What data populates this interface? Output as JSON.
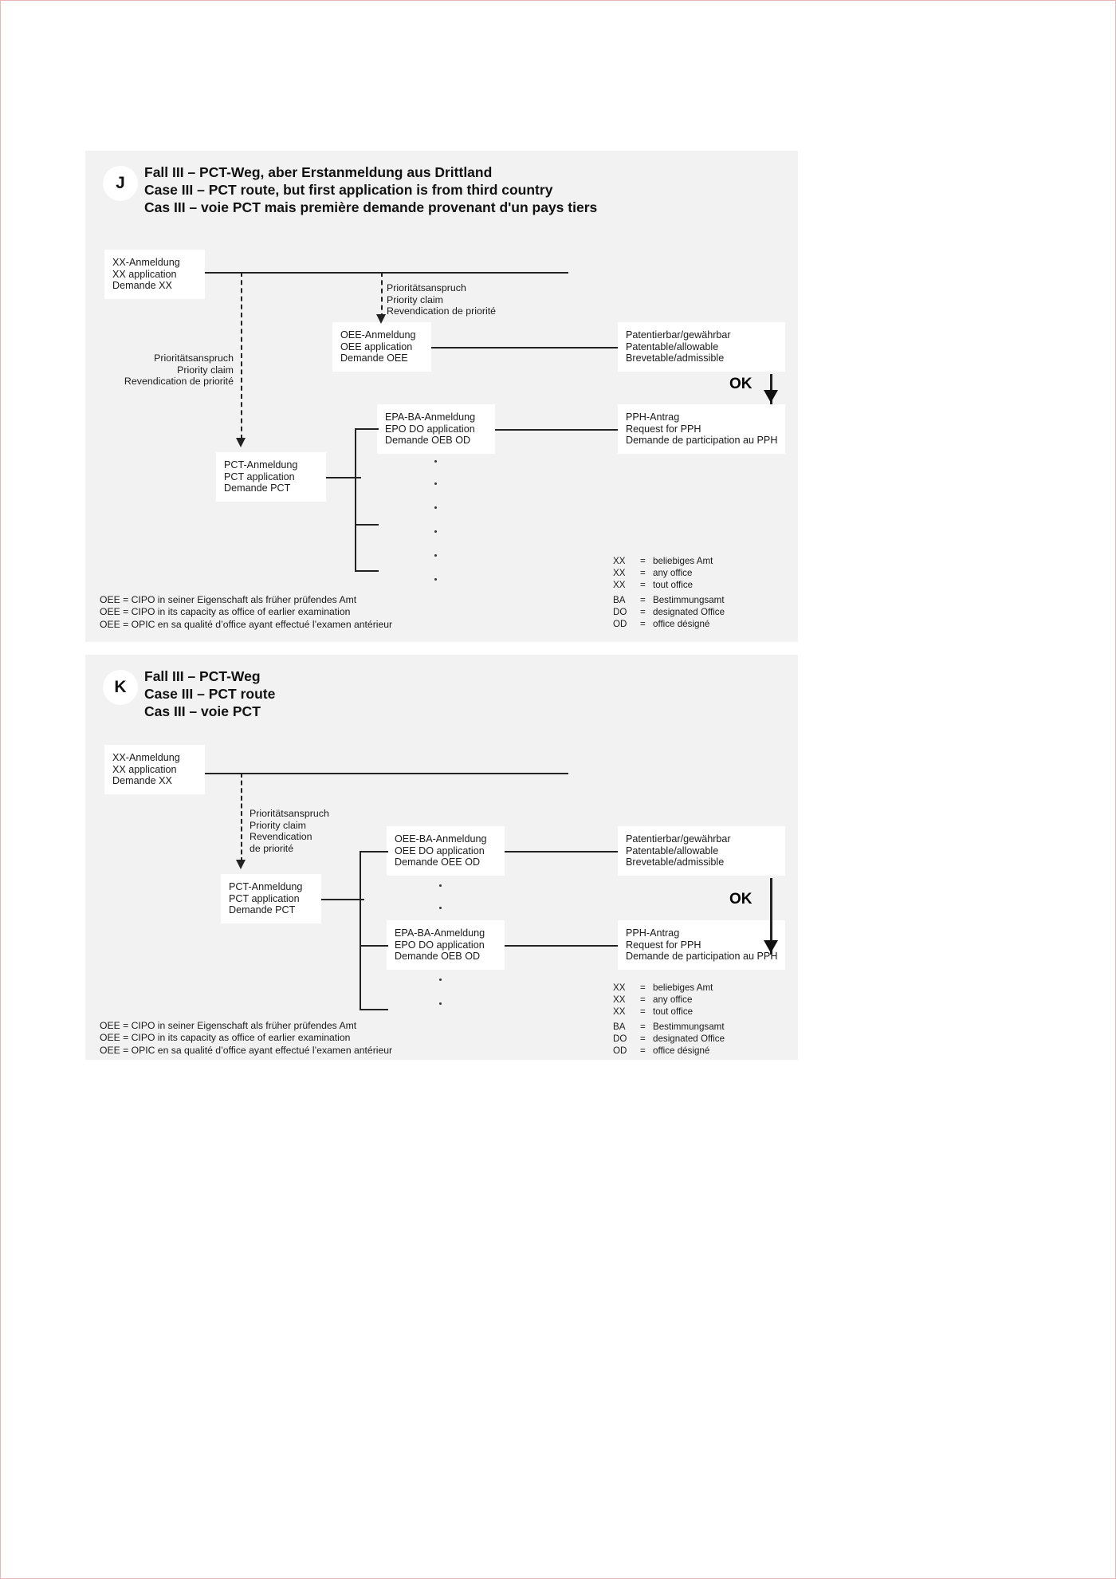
{
  "panels": [
    {
      "id": "J",
      "badge": "J",
      "title_de": "Fall III – PCT-Weg, aber Erstanmeldung aus Drittland",
      "title_en": "Case III – PCT route, but first application is from third country",
      "title_fr": "Cas III – voie PCT mais première demande provenant d'un pays tiers",
      "boxes": {
        "xx": {
          "de": "XX-Anmeldung",
          "en": "XX application",
          "fr": "Demande XX"
        },
        "oee": {
          "de": "OEE-Anmeldung",
          "en": "OEE application",
          "fr": "Demande OEE"
        },
        "patentable": {
          "de": "Patentierbar/gewährbar",
          "en": "Patentable/allowable",
          "fr": "Brevetable/admissible"
        },
        "epa": {
          "de": "EPA-BA-Anmeldung",
          "en": "EPO DO application",
          "fr": "Demande OEB OD"
        },
        "pph": {
          "de": "PPH-Antrag",
          "en": "Request for PPH",
          "fr": "Demande de participation au PPH"
        },
        "pct": {
          "de": "PCT-Anmeldung",
          "en": "PCT application",
          "fr": "Demande PCT"
        }
      },
      "priority_top": {
        "de": "Prioritätsanspruch",
        "en": "Priority claim",
        "fr": "Revendication de priorité"
      },
      "priority_left": {
        "de": "Prioritätsanspruch",
        "en": "Priority claim",
        "fr": "Revendication de priorité"
      },
      "ok_label": "OK",
      "legend": {
        "de": "OEE = CIPO in seiner Eigenschaft als früher prüfendes Amt",
        "en": "OEE = CIPO in its capacity as office of earlier examination",
        "fr": "OEE = OPIC en sa qualité d’office ayant effectué l’examen antérieur"
      },
      "abbreviations": [
        {
          "key": "XX",
          "eq": "=",
          "val": "beliebiges Amt"
        },
        {
          "key": "XX",
          "eq": "=",
          "val": "any office"
        },
        {
          "key": "XX",
          "eq": "=",
          "val": "tout office"
        }
      ],
      "abbreviations2": [
        {
          "key": "BA",
          "eq": "=",
          "val": "Bestimmungsamt"
        },
        {
          "key": "DO",
          "eq": "=",
          "val": "designated Office"
        },
        {
          "key": "OD",
          "eq": "=",
          "val": "office désigné"
        }
      ]
    },
    {
      "id": "K",
      "badge": "K",
      "title_de": "Fall III – PCT-Weg",
      "title_en": "Case III – PCT route",
      "title_fr": "Cas III – voie PCT",
      "boxes": {
        "xx": {
          "de": "XX-Anmeldung",
          "en": "XX application",
          "fr": "Demande XX"
        },
        "oee": {
          "de": "OEE-BA-Anmeldung",
          "en": "OEE DO application",
          "fr": "Demande OEE OD"
        },
        "patentable": {
          "de": "Patentierbar/gewährbar",
          "en": "Patentable/allowable",
          "fr": "Brevetable/admissible"
        },
        "epa": {
          "de": "EPA-BA-Anmeldung",
          "en": "EPO DO application",
          "fr": "Demande OEB OD"
        },
        "pph": {
          "de": "PPH-Antrag",
          "en": "Request for PPH",
          "fr": "Demande de participation au PPH"
        },
        "pct": {
          "de": "PCT-Anmeldung",
          "en": "PCT application",
          "fr": "Demande PCT"
        }
      },
      "priority_left": {
        "de": "Prioritätsanspruch",
        "en": "Priority claim",
        "fr": "Revendication",
        "fr2": "de priorité"
      },
      "ok_label": "OK",
      "legend": {
        "de": "OEE = CIPO in seiner Eigenschaft als früher prüfendes Amt",
        "en": "OEE = CIPO in its capacity as office of earlier examination",
        "fr": "OEE = OPIC en sa qualité d’office ayant effectué l’examen antérieur"
      },
      "abbreviations": [
        {
          "key": "XX",
          "eq": "=",
          "val": "beliebiges Amt"
        },
        {
          "key": "XX",
          "eq": "=",
          "val": "any office"
        },
        {
          "key": "XX",
          "eq": "=",
          "val": "tout office"
        }
      ],
      "abbreviations2": [
        {
          "key": "BA",
          "eq": "=",
          "val": "Bestimmungsamt"
        },
        {
          "key": "DO",
          "eq": "=",
          "val": "designated Office"
        },
        {
          "key": "OD",
          "eq": "=",
          "val": "office désigné"
        }
      ]
    }
  ],
  "colors": {
    "panel_bg": "#f2f2f2",
    "box_bg": "#ffffff",
    "line": "#222222",
    "text": "#1a1a1a",
    "page_border": "#e8b4b4"
  }
}
